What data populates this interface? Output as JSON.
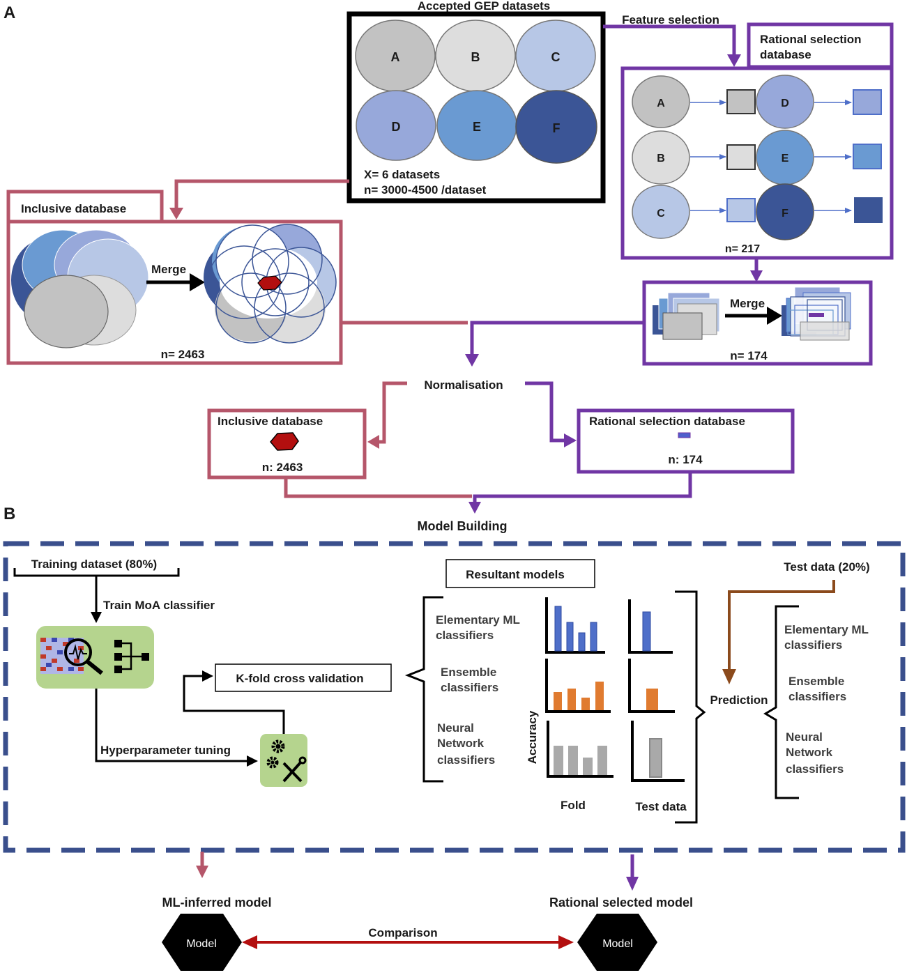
{
  "panel_a": {
    "letter": "A",
    "accepted_title": "Accepted GEP datasets",
    "datasets": [
      {
        "label": "A",
        "color": "#c2c2c2"
      },
      {
        "label": "B",
        "color": "#dddddd"
      },
      {
        "label": "C",
        "color": "#b7c7e6"
      },
      {
        "label": "D",
        "color": "#97a8da"
      },
      {
        "label": "E",
        "color": "#6a9ad2"
      },
      {
        "label": "F",
        "color": "#3b5596"
      }
    ],
    "dataset_count": "X= 6 datasets",
    "dataset_size": "n= 3000-4500 /dataset",
    "feature_selection": "Feature selection",
    "rational_title_line1": "Rational selection",
    "rational_title_line2": "database",
    "rational_n": "n= 217",
    "inclusive_title": "Inclusive database",
    "merge": "Merge",
    "inclusive_n": "n= 2463",
    "rational_merge": "Merge",
    "rational_merge_n": "n= 174",
    "normalisation": "Normalisation",
    "norm_inclusive_title": "Inclusive database",
    "norm_inclusive_n": "n: 2463",
    "norm_rational_title": "Rational selection database",
    "norm_rational_n": "n: 174",
    "model_building": "Model Building"
  },
  "panel_b": {
    "letter": "B",
    "training": "Training dataset (80%)",
    "train_moa": "Train MoA classifier",
    "kfold": "K-fold cross validation",
    "hyperparameter": "Hyperparameter tuning",
    "resultant_models": "Resultant models",
    "classifier_groups": [
      [
        "Elementary ML",
        "classifiers"
      ],
      [
        "Ensemble",
        "classifiers"
      ],
      [
        "Neural",
        "Network",
        "classifiers"
      ]
    ],
    "accuracy": "Accuracy",
    "fold": "Fold",
    "test_data_axis": "Test data",
    "test_data": "Test data (20%)",
    "prediction": "Prediction",
    "prediction_groups": [
      [
        "Elementary ML",
        "classifiers"
      ],
      [
        "Ensemble",
        "classifiers"
      ],
      [
        "Neural",
        "Network",
        "classifiers"
      ]
    ]
  },
  "outputs": {
    "ml_inferred": "ML-inferred model",
    "rational_selected": "Rational selected model",
    "model_left": "Model",
    "model_right": "Model",
    "comparison": "Comparison"
  },
  "colors": {
    "inclusive": "#b5566a",
    "rational": "#7036a4",
    "dash_border": "#3a4f8c",
    "test_arrow": "#8b4a1c",
    "comparison": "#b30f0f",
    "blue_bar": "#4f6fc9",
    "orange_bar": "#e07b30",
    "gray_bar": "#a9a9a9",
    "green_box": "#b5d48e"
  }
}
